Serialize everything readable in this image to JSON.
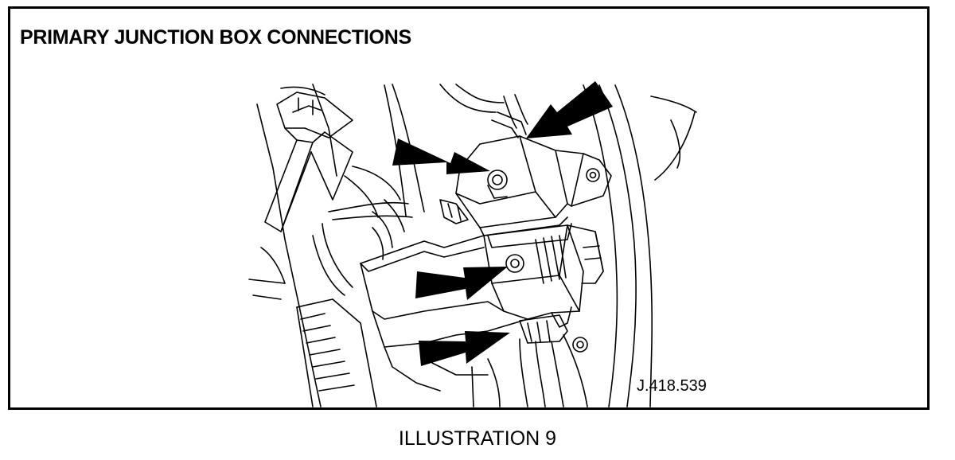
{
  "figure": {
    "title": "PRIMARY JUNCTION BOX CONNECTIONS",
    "reference_code": "J.418.539",
    "caption": "ILLUSTRATION 9"
  },
  "colors": {
    "ink": "#000000",
    "paper": "#ffffff"
  },
  "callouts": [
    {
      "name": "upper-connector-arrow",
      "icon": "arrow-icon",
      "target": "upper connector"
    },
    {
      "name": "upper-bolt-arrow",
      "icon": "arrow-icon",
      "target": "upper mounting bolt"
    },
    {
      "name": "lower-bolt-arrow",
      "icon": "arrow-icon",
      "target": "lower mounting bolt"
    },
    {
      "name": "lower-connector-arrow",
      "icon": "arrow-icon",
      "target": "lower connector"
    }
  ]
}
